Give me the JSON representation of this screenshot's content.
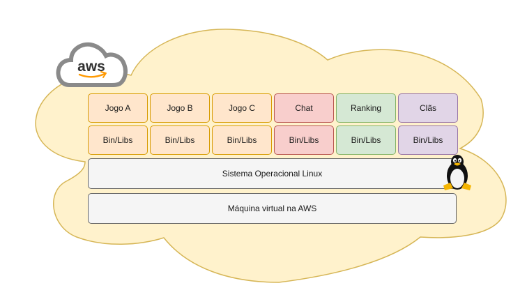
{
  "logo": {
    "text": "aws"
  },
  "apps": [
    {
      "label": "Jogo A",
      "color": "orange"
    },
    {
      "label": "Jogo B",
      "color": "orange"
    },
    {
      "label": "Jogo C",
      "color": "orange"
    },
    {
      "label": "Chat",
      "color": "red"
    },
    {
      "label": "Ranking",
      "color": "green"
    },
    {
      "label": "Clãs",
      "color": "purple"
    }
  ],
  "libs": [
    {
      "label": "Bin/Libs",
      "color": "orange"
    },
    {
      "label": "Bin/Libs",
      "color": "orange"
    },
    {
      "label": "Bin/Libs",
      "color": "orange"
    },
    {
      "label": "Bin/Libs",
      "color": "red"
    },
    {
      "label": "Bin/Libs",
      "color": "green"
    },
    {
      "label": "Bin/Libs",
      "color": "purple"
    }
  ],
  "os_layer": {
    "label": "Sistema Operacional Linux"
  },
  "vm_layer": {
    "label": "Máquina virtual na AWS"
  },
  "colors": {
    "cloud_fill": "#fff2cc",
    "cloud_stroke": "#d6b656",
    "aws_orange": "#ff9900",
    "aws_grey": "#7a7a7a"
  },
  "icons": {
    "brand": "aws-cloud-icon",
    "os": "linux-tux-icon"
  }
}
